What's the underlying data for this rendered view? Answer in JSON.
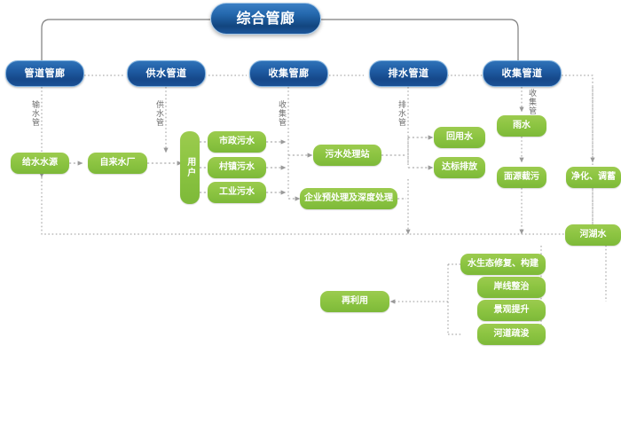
{
  "diagram": {
    "title": "综合管廊",
    "top_nodes": [
      {
        "id": "pipe-corridor",
        "label": "管道管廊"
      },
      {
        "id": "water-supply-pipe",
        "label": "供水管道"
      },
      {
        "id": "collection-corridor",
        "label": "收集管廊"
      },
      {
        "id": "drainage-pipe",
        "label": "排水管道"
      },
      {
        "id": "collection-pipe",
        "label": "收集管道"
      }
    ],
    "pipe_labels": [
      {
        "id": "transmission",
        "label": "输水管"
      },
      {
        "id": "supply",
        "label": "供水管"
      },
      {
        "id": "collection",
        "label": "收集管"
      },
      {
        "id": "drainage",
        "label": "排水管"
      },
      {
        "id": "collection2",
        "label": "收集管"
      }
    ],
    "green_nodes": [
      {
        "id": "water-source",
        "label": "给水水源"
      },
      {
        "id": "waterworks",
        "label": "自来水厂"
      },
      {
        "id": "users",
        "label": "用户"
      },
      {
        "id": "municipal-sewage",
        "label": "市政污水"
      },
      {
        "id": "village-sewage",
        "label": "村镇污水"
      },
      {
        "id": "industrial-sewage",
        "label": "工业污水"
      },
      {
        "id": "sewage-treatment-station",
        "label": "污水处理站"
      },
      {
        "id": "enterprise-pretreatment",
        "label": "企业预处理及深度处理"
      },
      {
        "id": "reclaimed-water",
        "label": "回用水"
      },
      {
        "id": "compliant-discharge",
        "label": "达标排放"
      },
      {
        "id": "rainwater",
        "label": "雨水"
      },
      {
        "id": "nonpoint-interception",
        "label": "面源截污"
      },
      {
        "id": "purification-storage",
        "label": "净化、调蓄"
      },
      {
        "id": "river-lake-water",
        "label": "河湖水"
      },
      {
        "id": "eco-restoration",
        "label": "水生态修复、构建"
      },
      {
        "id": "shoreline-renovation",
        "label": "岸线整治"
      },
      {
        "id": "landscape-upgrade",
        "label": "景观提升"
      },
      {
        "id": "river-dredging",
        "label": "河道疏浚"
      },
      {
        "id": "reuse",
        "label": "再利用"
      }
    ],
    "colors": {
      "blue_dark": "#16488a",
      "blue_light": "#3b7fc4",
      "green": "#8dc542",
      "green_dark": "#7db939",
      "connector": "#9a9a9a",
      "background": "#ffffff"
    }
  }
}
